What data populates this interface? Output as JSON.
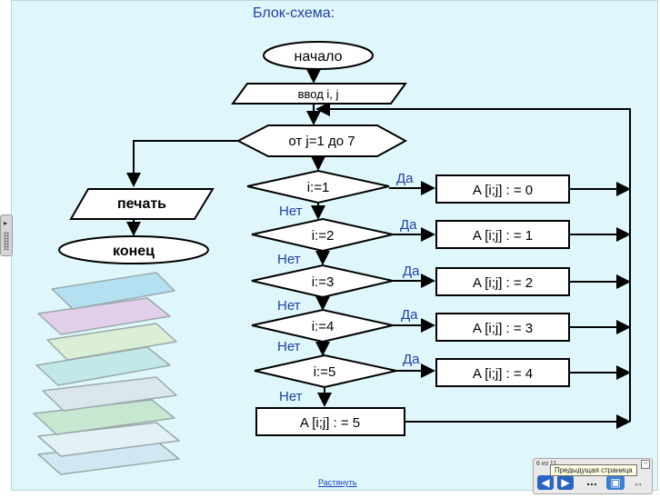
{
  "slide": {
    "title": "Блок-схема:",
    "stretch_link": "Растянуть"
  },
  "flowchart": {
    "start": "начало",
    "input": "ввод i, j",
    "loop": "от j=1 до 7",
    "print": "печать",
    "end": "конец",
    "conditions": [
      "i:=1",
      "i:=2",
      "i:=3",
      "i:=4",
      "i:=5"
    ],
    "actions": [
      "A [i;j] : = 0",
      "A [i;j] : = 1",
      "A [i;j] : = 2",
      "A [i;j] : = 3",
      "A [i;j] : = 4",
      "A [i;j] : = 5"
    ],
    "yes_label": "Да",
    "no_label": "Нет"
  },
  "nav": {
    "counter": "6 из 11",
    "tooltip": "Предыдущая страница",
    "prev_icon": "arrow-left",
    "next_icon": "arrow-right",
    "menu_label": "...",
    "screen_icon": "monitor",
    "exit_icon": "exit-arrows"
  },
  "colors": {
    "slide_bg": "#dff7fb",
    "title": "#1f3fa8",
    "yes_no": "#1f3fa8"
  }
}
